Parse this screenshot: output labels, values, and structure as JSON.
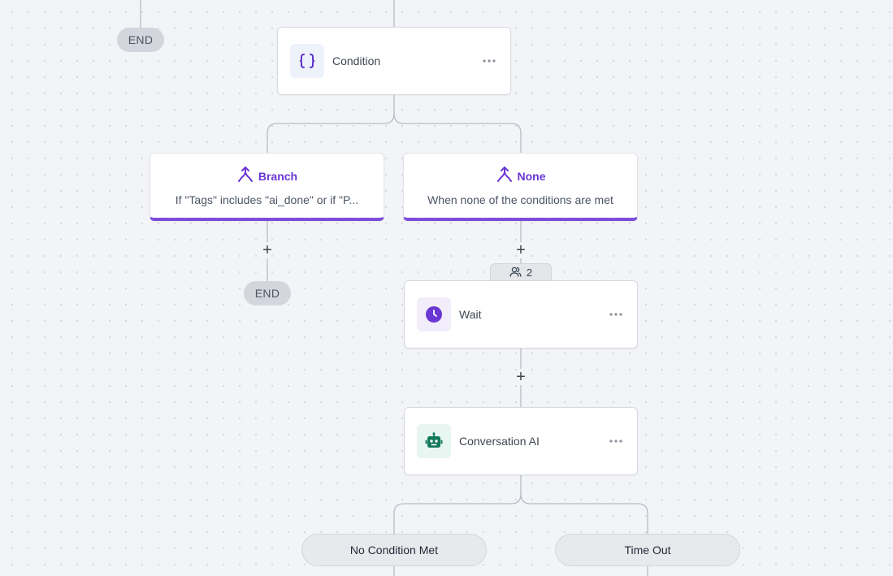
{
  "canvas": {
    "left_end_label": "END",
    "condition_node": {
      "label": "Condition",
      "icon": "curly-braces-icon"
    },
    "branches": [
      {
        "title": "Branch",
        "description": "If \"Tags\" includes \"ai_done\" or if \"P...",
        "icon": "split-arrow-icon"
      },
      {
        "title": "None",
        "description": "When none of the conditions are met",
        "icon": "split-arrow-icon"
      }
    ],
    "branch_end_label": "END",
    "contact_count": "2",
    "wait_node": {
      "label": "Wait",
      "icon": "clock-icon"
    },
    "ai_node": {
      "label": "Conversation AI",
      "icon": "robot-icon"
    },
    "outcomes": [
      "No Condition Met",
      "Time Out"
    ],
    "add_label": "+",
    "colors": {
      "accent_purple": "#7c4ddb",
      "robot_green": "#157a5c",
      "line_gray": "#b8bcc4"
    }
  }
}
